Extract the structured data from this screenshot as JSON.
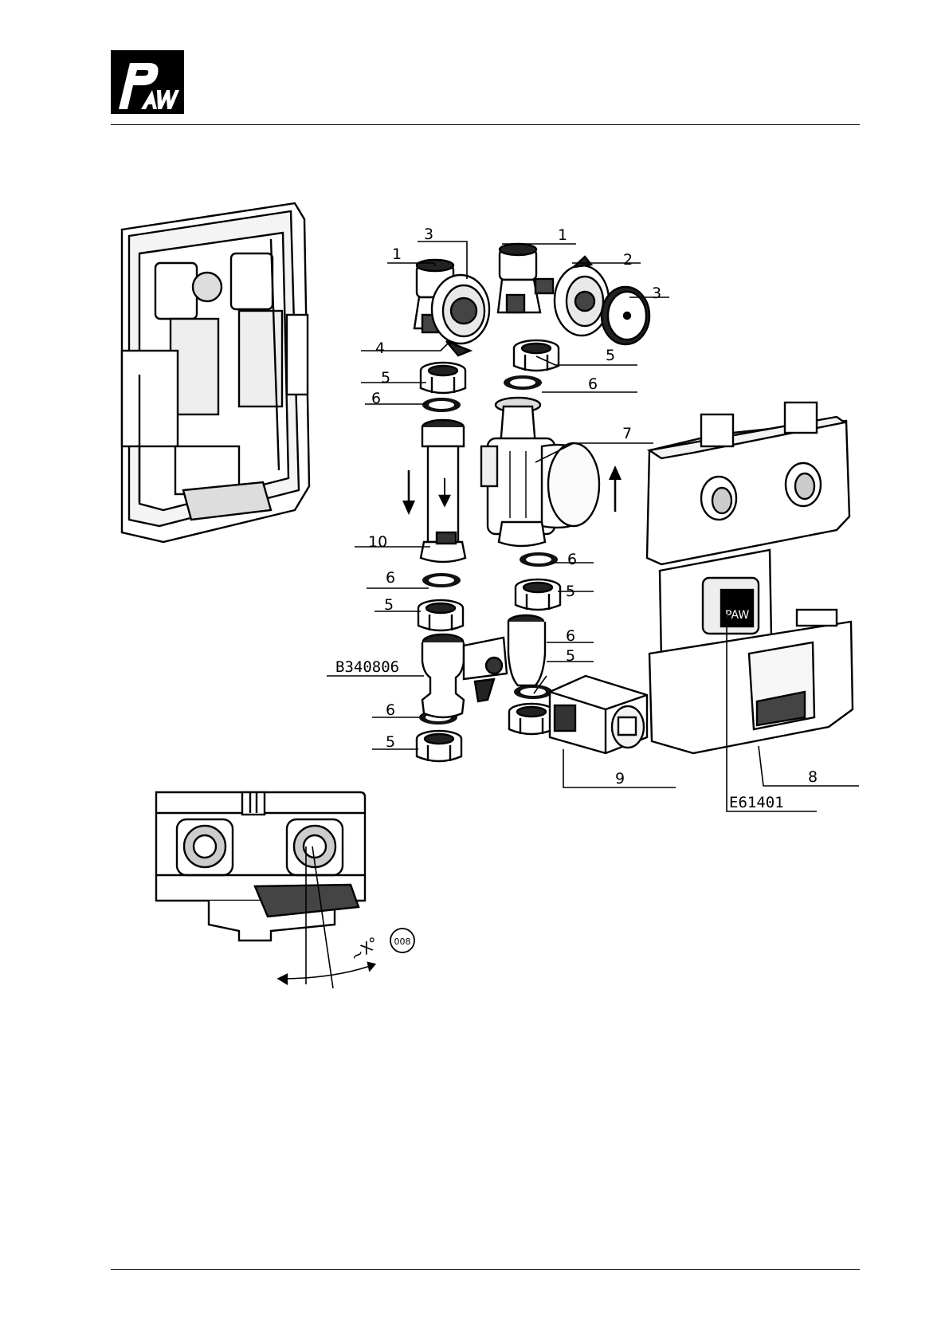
{
  "header": {
    "logo_text": "PAW"
  },
  "callouts": {
    "valve_left": "1",
    "valve_right": "1",
    "thermometer_handle": "2",
    "thermometer_left": "3",
    "thermometer_right": "3",
    "handle_left": "4",
    "nut_right_top": "5",
    "gasket_right_top": "6",
    "nut_left_top": "5",
    "gasket_left_top": "6",
    "pump": "7",
    "pipe_left": "10",
    "gasket_left_mid": "6",
    "gasket_right_mid": "6",
    "nut_right_mid": "5",
    "nut_left_mid": "5",
    "gasket_right_low": "6",
    "nut_right_low": "5",
    "gasket_left_low": "6",
    "nut_left_low": "5",
    "actuator": "9",
    "insulation": "8",
    "mixer_code": "B340806",
    "insulation_code": "E61401",
    "angle_label": "~X°",
    "angle_badge": "008"
  }
}
